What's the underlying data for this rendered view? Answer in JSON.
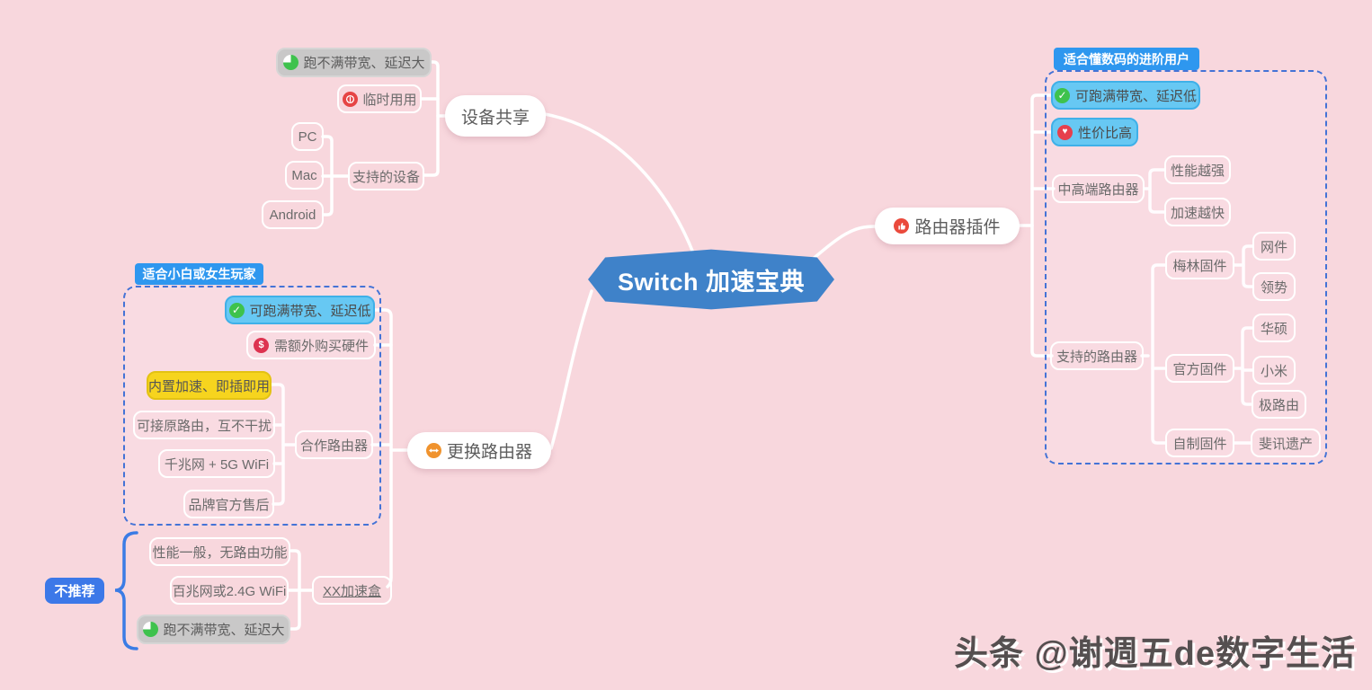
{
  "title": "Switch 加速宝典",
  "watermark": "头条 @谢週五de数字生活",
  "colors": {
    "background": "#f8d7dd",
    "center_node": "#3f82c9",
    "group_label": "#2e97ef",
    "not_recommended_label": "#3c78e8",
    "dashed_border": "#4473d6",
    "cyan_node": "#67c8f3",
    "yellow_node": "#f6d41e",
    "gray_node": "#c9c8c8",
    "icon_green": "#3ec24d",
    "icon_red": "#e64545",
    "icon_crimson": "#dd3350",
    "icon_heart_red": "#e6404d",
    "icon_thumb_red": "#ea4a3c",
    "icon_orange": "#f0932e"
  },
  "device_share": {
    "label": "设备共享",
    "no_bandwidth": "跑不满带宽、延迟大",
    "temporary": "临时用用",
    "supported_devices": "支持的设备",
    "pc": "PC",
    "mac": "Mac",
    "android": "Android"
  },
  "router_plugin": {
    "label": "路由器插件",
    "group_label": "适合懂数码的进阶用户",
    "full_bandwidth": "可跑满带宽、延迟低",
    "cost_effective": "性价比高",
    "mid_high_router": "中高端路由器",
    "stronger_performance": "性能越强",
    "faster_acceleration": "加速越快",
    "supported_routers": "支持的路由器",
    "merlin_firmware": "梅林固件",
    "netgear": "网件",
    "linksys": "领势",
    "official_firmware": "官方固件",
    "asus": "华硕",
    "xiaomi": "小米",
    "hiwifi": "极路由",
    "custom_firmware": "自制固件",
    "phicomm_legacy": "斐讯遗产"
  },
  "replace_router": {
    "label": "更换路由器",
    "group_label": "适合小白或女生玩家",
    "full_bandwidth": "可跑满带宽、延迟低",
    "extra_hardware": "需额外购买硬件",
    "partner_router": "合作路由器",
    "builtin_plug_play": "内置加速、即插即用",
    "keep_original_router": "可接原路由，互不干扰",
    "gigabit_wifi": "千兆网 + 5G WiFi",
    "official_after_sale": "品牌官方售后",
    "accel_box": "XX加速盒",
    "not_recommended": "不推荐",
    "average_performance": "性能一般，无路由功能",
    "fast_ethernet": "百兆网或2.4G WiFi",
    "no_bandwidth": "跑不满带宽、延迟大"
  }
}
